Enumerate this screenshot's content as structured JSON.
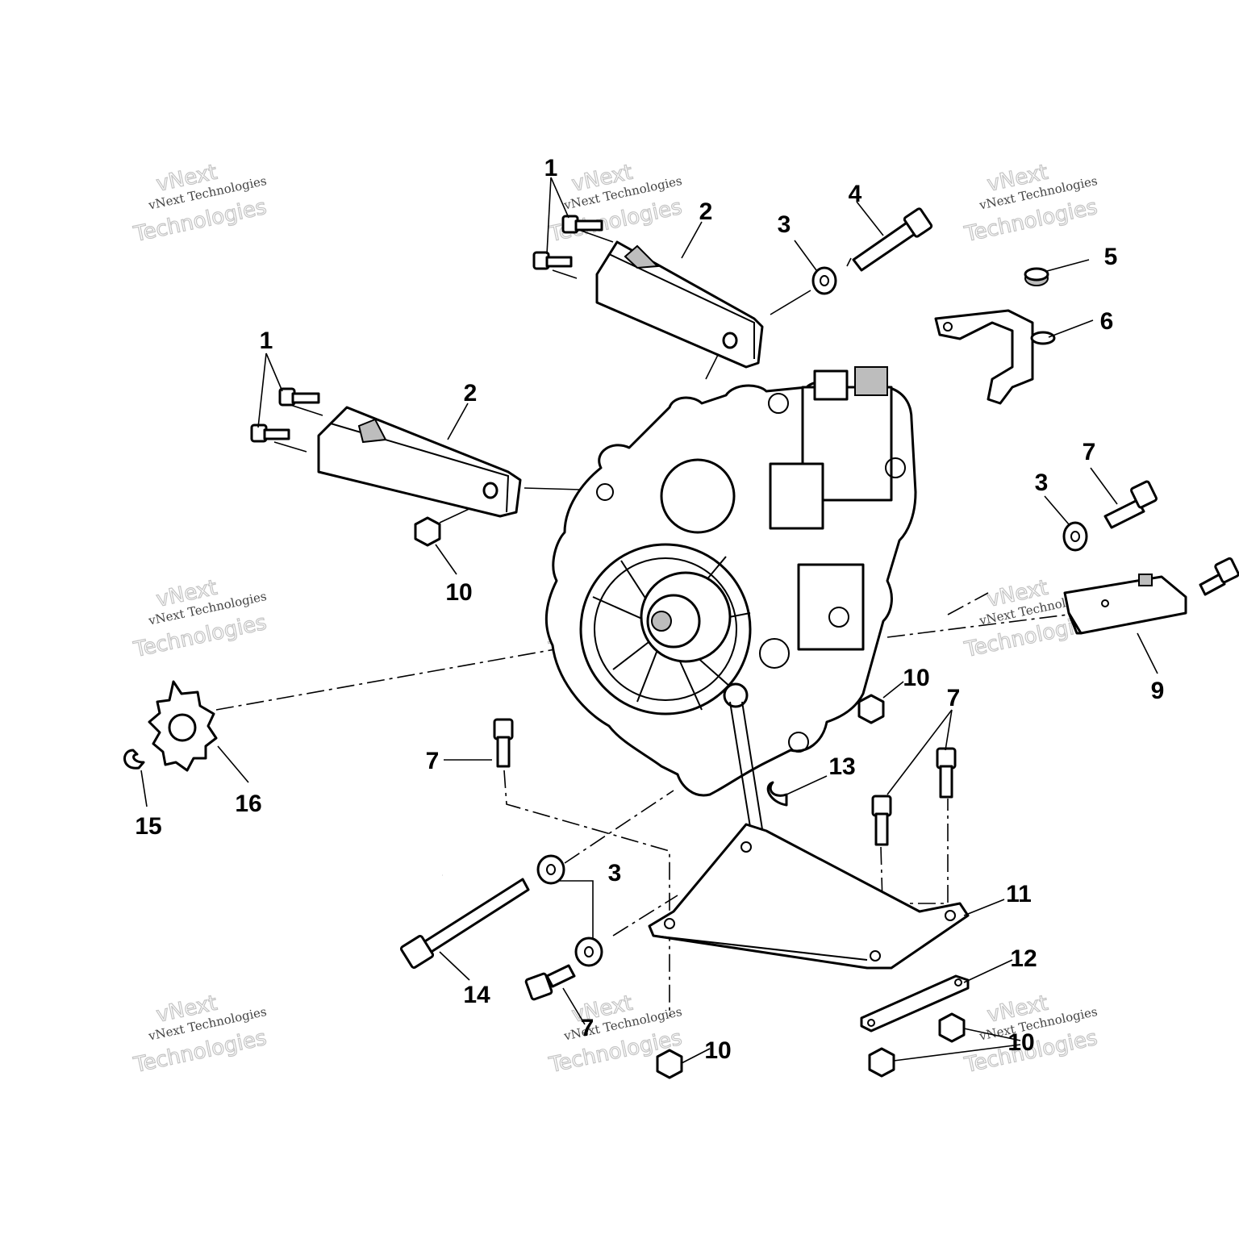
{
  "watermark": {
    "line1": "vNext",
    "line2": "vNext Technologies",
    "line3": "Technologies"
  },
  "callouts": {
    "c1a": "1",
    "c1b": "1",
    "c2a": "2",
    "c2b": "2",
    "c3a": "3",
    "c3b": "3",
    "c3c": "3",
    "c4": "4",
    "c5": "5",
    "c6": "6",
    "c7a": "7",
    "c7b": "7",
    "c7c": "7",
    "c7d": "7",
    "c9": "9",
    "c10a": "10",
    "c10b": "10",
    "c10c": "10",
    "c10d": "10",
    "c11": "11",
    "c12": "12",
    "c13": "13",
    "c14": "14",
    "c15": "15",
    "c16": "16"
  }
}
